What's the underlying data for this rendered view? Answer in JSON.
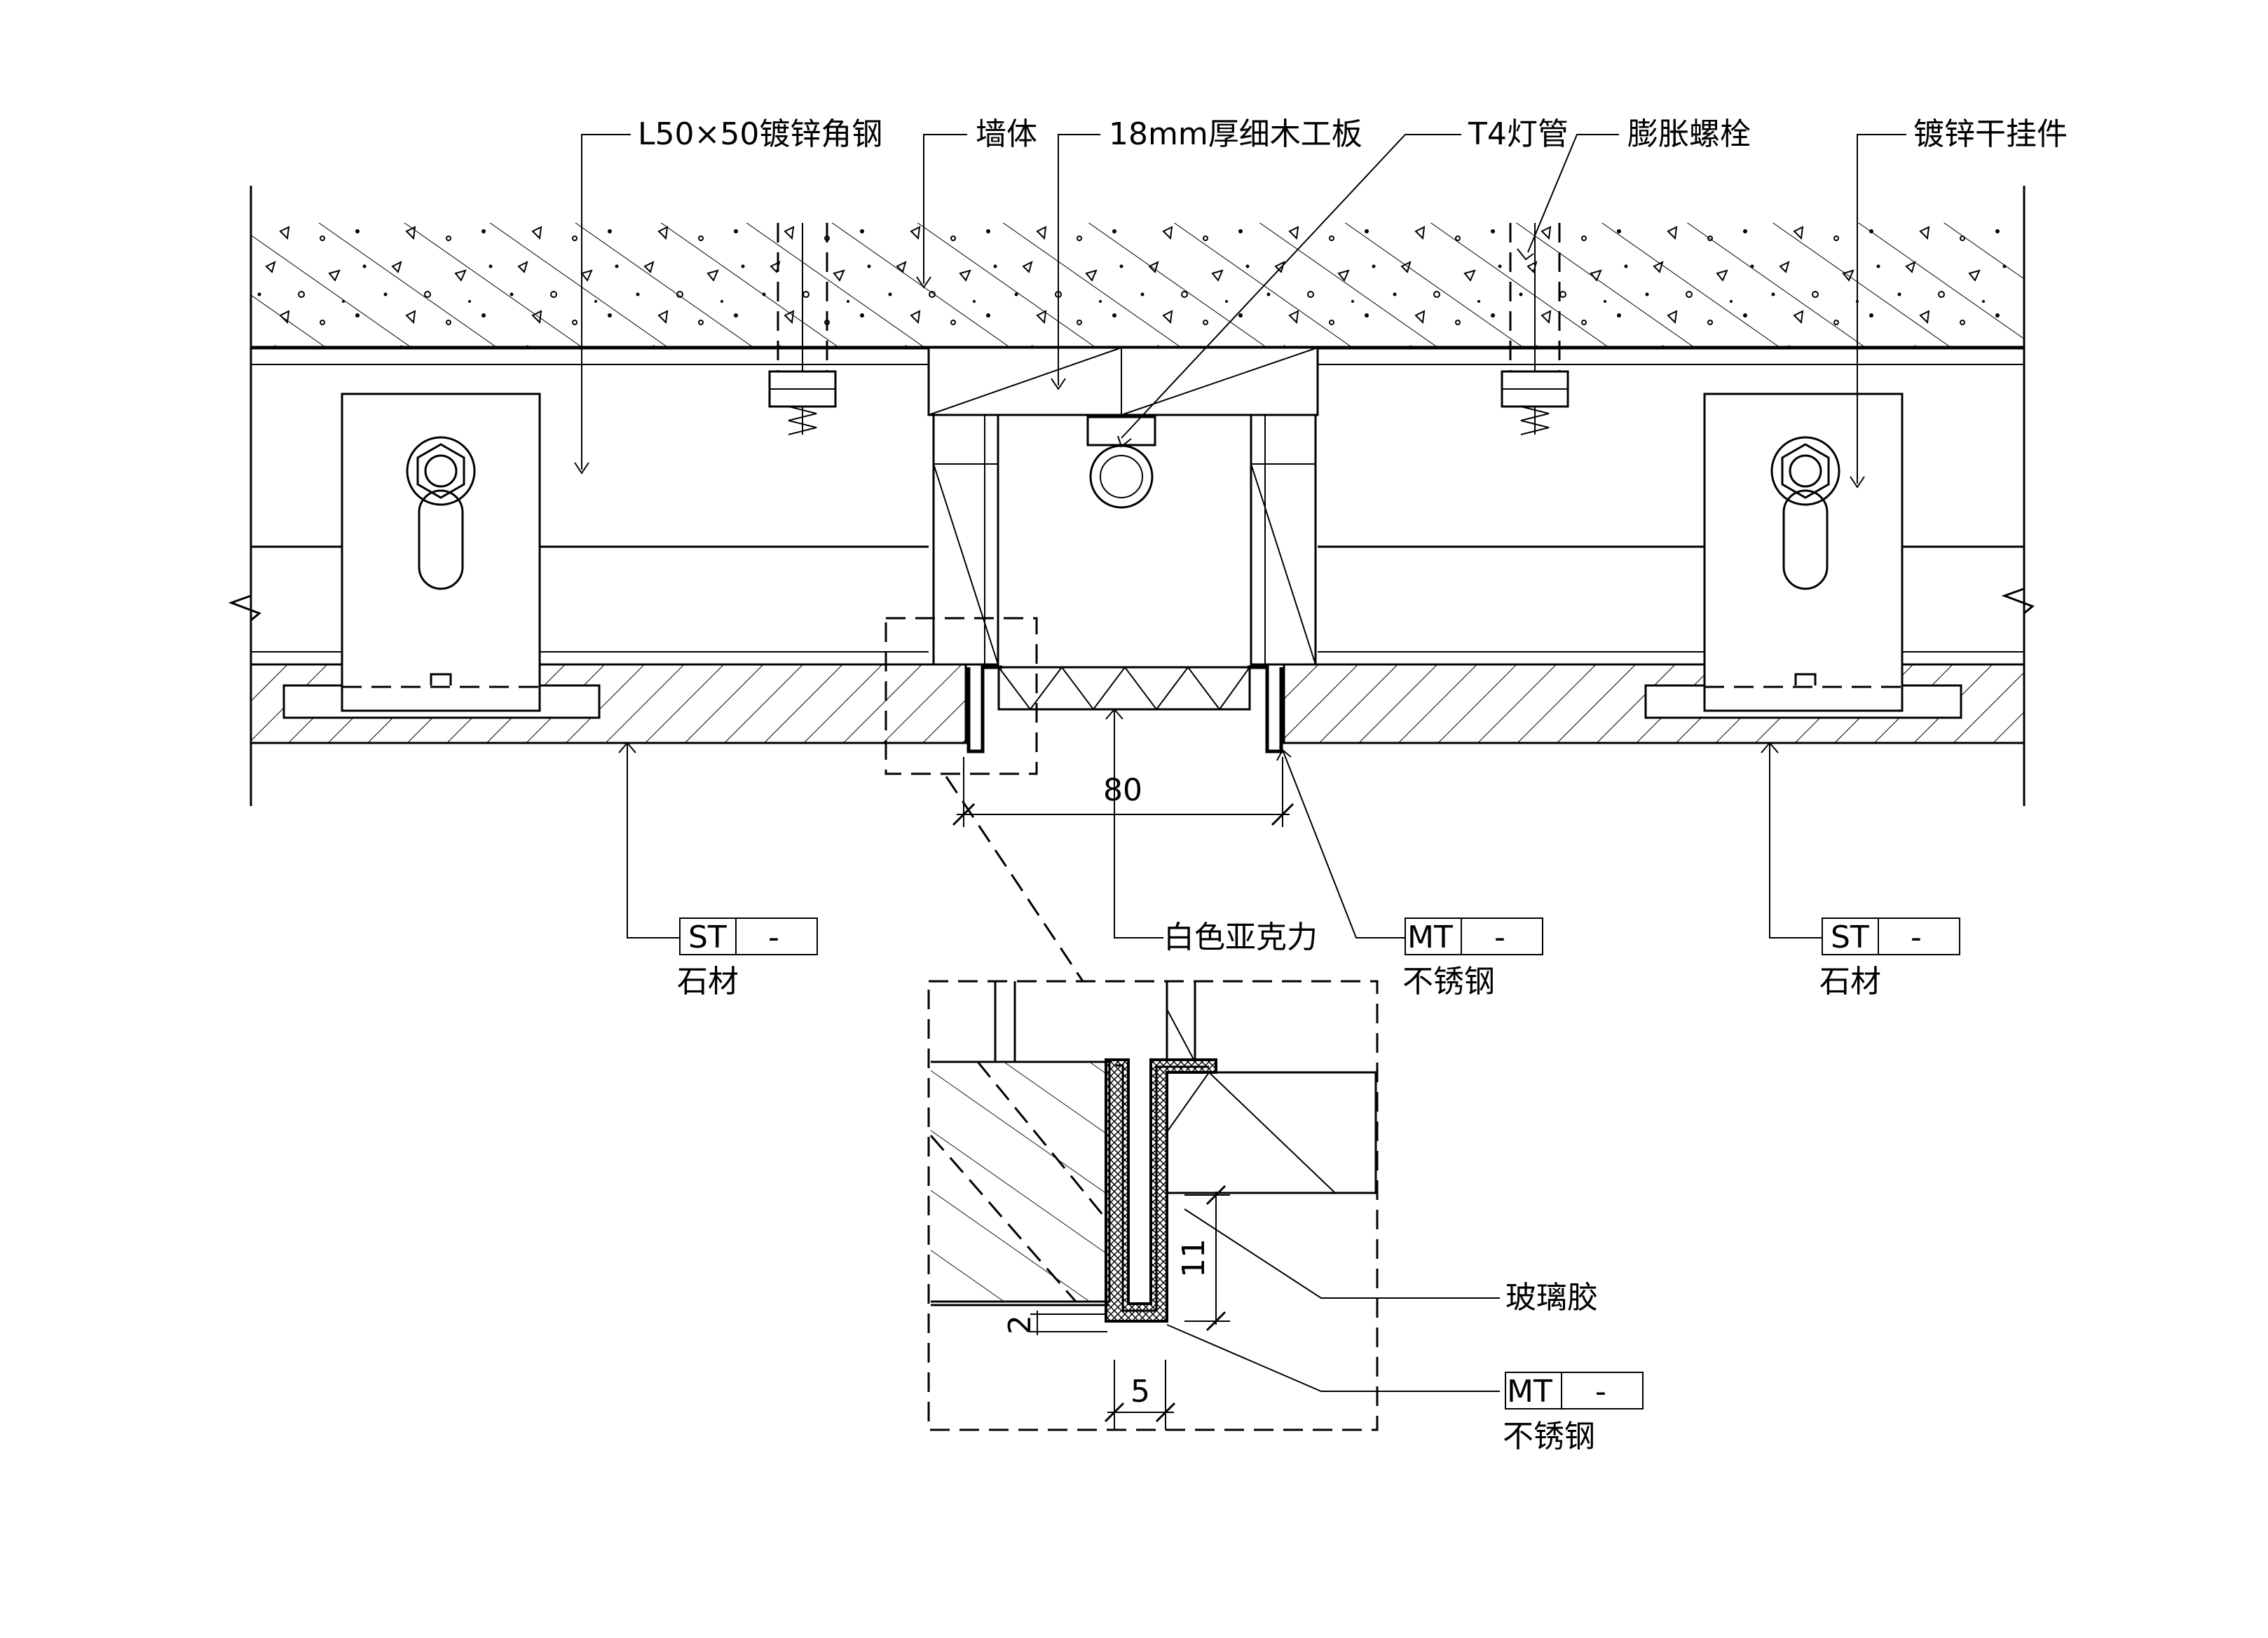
{
  "labels": {
    "angle_steel": "L50×50镀锌角钢",
    "wall": "墙体",
    "wood_board": "18mm厚细木工板",
    "t4_tube": "T4灯管",
    "expansion_bolt": "膨胀螺栓",
    "galv_hanger": "镀锌干挂件",
    "white_acrylic": "白色亚克力",
    "glass_glue": "玻璃胶"
  },
  "tags": {
    "stone_left": {
      "code": "ST",
      "num": "-",
      "name": "石材"
    },
    "stone_right": {
      "code": "ST",
      "num": "-",
      "name": "石材"
    },
    "steel_top": {
      "code": "MT",
      "num": "-",
      "name": "不锈钢"
    },
    "steel_detail": {
      "code": "MT",
      "num": "-",
      "name": "不锈钢"
    }
  },
  "dimensions": {
    "gap": "80",
    "sealant_depth": "11",
    "edge": "2",
    "slot_width": "5"
  }
}
